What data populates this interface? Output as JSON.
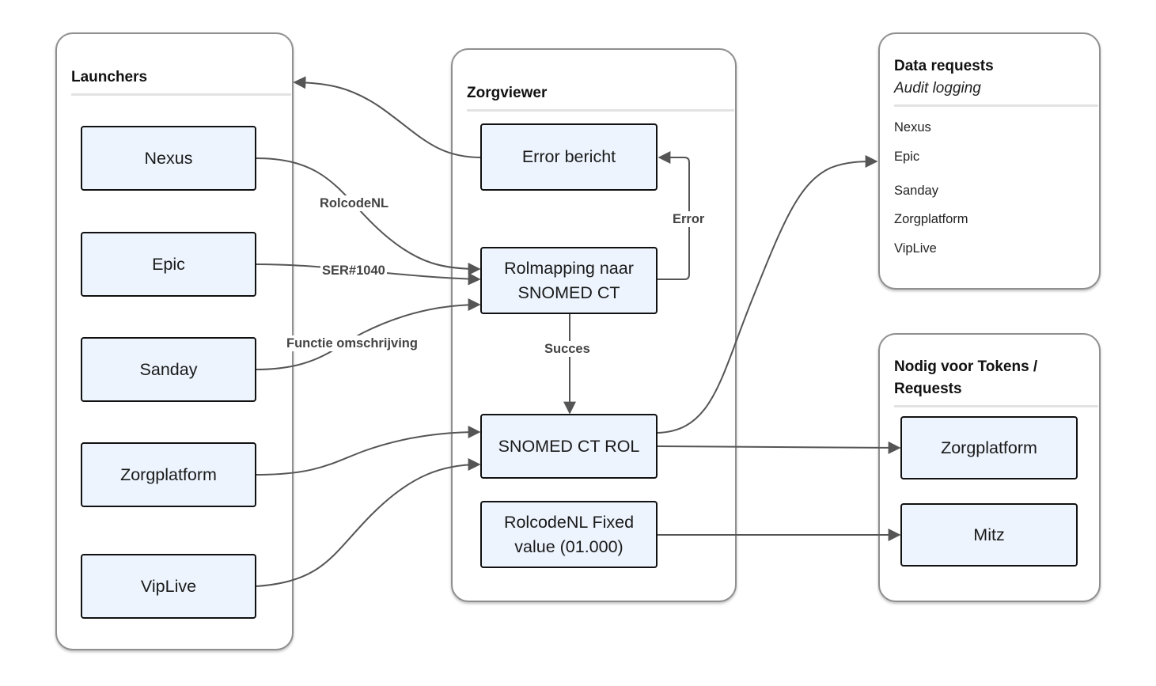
{
  "groups": {
    "launchers": {
      "title": "Launchers"
    },
    "zorgviewer": {
      "title": "Zorgviewer"
    },
    "data_requests": {
      "title": "Data requests",
      "subtitle": "Audit logging"
    },
    "tokens": {
      "title_line1": "Nodig voor Tokens /",
      "title_line2": "Requests"
    }
  },
  "launchers": {
    "nexus": "Nexus",
    "epic": "Epic",
    "sanday": "Sanday",
    "zorgplatform": "Zorgplatform",
    "viplive": "VipLive"
  },
  "zorgviewer_nodes": {
    "error": "Error bericht",
    "rolmapping_line1": "Rolmapping naar",
    "rolmapping_line2": "SNOMED CT",
    "snomed_rol": "SNOMED CT ROL",
    "rolcode_line1": "RolcodeNL Fixed",
    "rolcode_line2": "value (01.000)"
  },
  "data_requests_items": [
    "Nexus",
    "Epic",
    "Sanday",
    "Zorgplatform",
    "VipLive"
  ],
  "token_nodes": {
    "zorgplatform": "Zorgplatform",
    "mitz": "Mitz"
  },
  "edge_labels": {
    "rolcodenl": "RolcodeNL",
    "ser1040": "SER#1040",
    "functie": "Functie omschrijving",
    "error": "Error",
    "succes": "Succes"
  },
  "colors": {
    "node_fill": "#edf4fe",
    "node_border": "#111111",
    "group_border": "#8f8f8f",
    "edge": "#555555"
  }
}
